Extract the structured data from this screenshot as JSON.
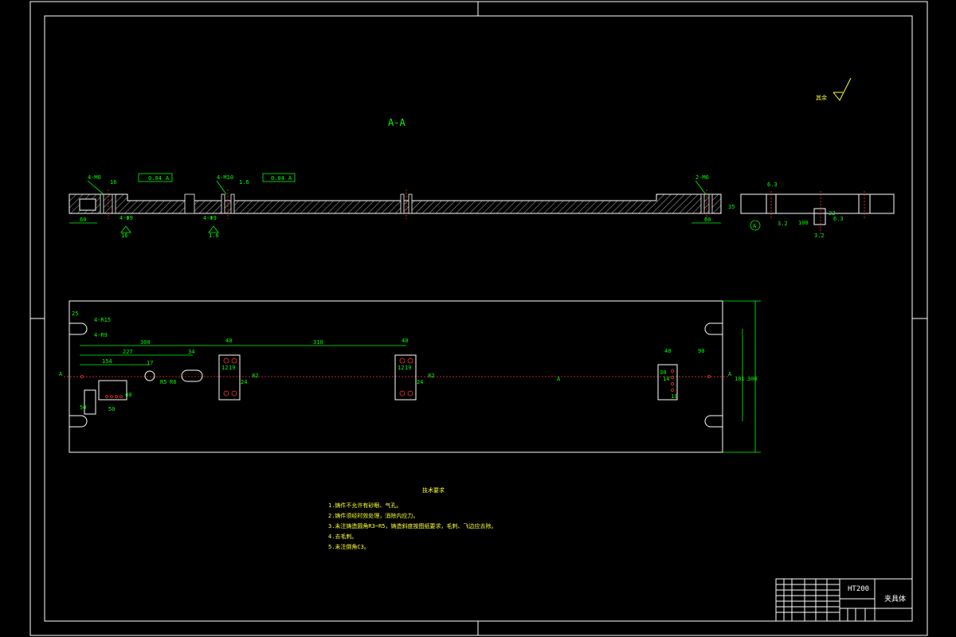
{
  "section_label": "A-A",
  "roughness_note": "其余",
  "material": "HT200",
  "part_name": "夹具体",
  "tech_title": "技术要求",
  "tech_notes": [
    "1.铸件不允许有砂眼、气孔。",
    "2.铸件须经时效处理，消除内应力。",
    "3.未注铸造圆角R3~R5，铸造斜度按图纸要求，毛刺、飞边应去除。",
    "4.去毛刺。",
    "5.未注倒角C3。"
  ],
  "section_annotations": {
    "m6_left": "4-M6",
    "m10": "4-M10",
    "m6_right": "2-M6",
    "depth_16": "16",
    "tol_1": "0.04",
    "tol_2": "0.04",
    "datum_a": "A",
    "dim_60_l": "60",
    "dim_60_r": "60",
    "holes_l": "4-Φ9",
    "holes_m": "4-Φ9",
    "rough_l": "16",
    "rough_m": "1.6",
    "rough_side": "6.3",
    "rough_32a": "3.2",
    "rough_32b": "3.2",
    "rough_63": "6.3",
    "dim_35": "35",
    "dim_22": "22",
    "dim_100": "100"
  },
  "plan_annotations": {
    "r15": "4-R15",
    "r9": "4-R9",
    "d25": "25",
    "d300": "300",
    "d227": "227",
    "d34": "34",
    "d154": "154",
    "d17": "17",
    "r5": "R5",
    "r6": "R6",
    "d50": "50",
    "d40a": "40",
    "d19a": "19",
    "d12a": "12",
    "d24a": "24",
    "d82a": "82",
    "d310": "310",
    "d40b": "40",
    "d19b": "19",
    "d12b": "12",
    "d24b": "24",
    "d82b": "82",
    "d40c": "40",
    "d90": "90",
    "d30": "30",
    "d14": "14",
    "d11": "11",
    "d181": "181",
    "d300v": "300",
    "d50b": "50",
    "d40v": "40",
    "label_a": "A"
  }
}
